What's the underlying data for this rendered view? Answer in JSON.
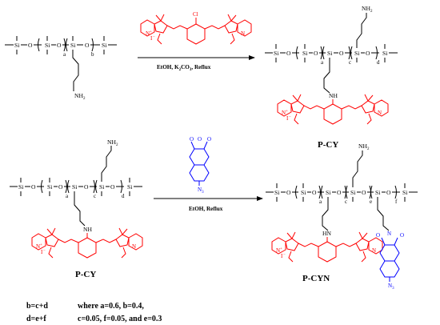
{
  "atoms": {
    "si": "Si",
    "o": "O",
    "nh2": "NH",
    "nh2_sub": "2",
    "nh": "NH",
    "hn": "HN",
    "n": "N",
    "cl": "Cl",
    "i_minus": "I",
    "charge_plus": "+",
    "charge_minus": "−",
    "n3": "N",
    "n3_sub": "3"
  },
  "subscripts": {
    "a": "a",
    "b": "b",
    "c": "c",
    "d": "d",
    "e": "e",
    "f": "f"
  },
  "reaction1": {
    "cond_solvent": "EtOH, K",
    "cond_sub": "2",
    "cond_rest": "CO",
    "cond_sub2": "3",
    "cond_end": ", Reflux"
  },
  "reaction2": {
    "conditions": "EtOH, Reflux"
  },
  "labels": {
    "product1": "P-CY",
    "reactant2": "P-CY",
    "product2": "P-CYN"
  },
  "notes": {
    "line1_left": "b=c+d",
    "line1_right": "where a=0.6, b=0.4,",
    "line2_left": "d=e+f",
    "line2_right": "c=0.05, f=0.05, and e=0.3"
  },
  "colors": {
    "cyanine": "#ff0000",
    "naphthalimide": "#0000ff",
    "backbone": "#000000"
  }
}
